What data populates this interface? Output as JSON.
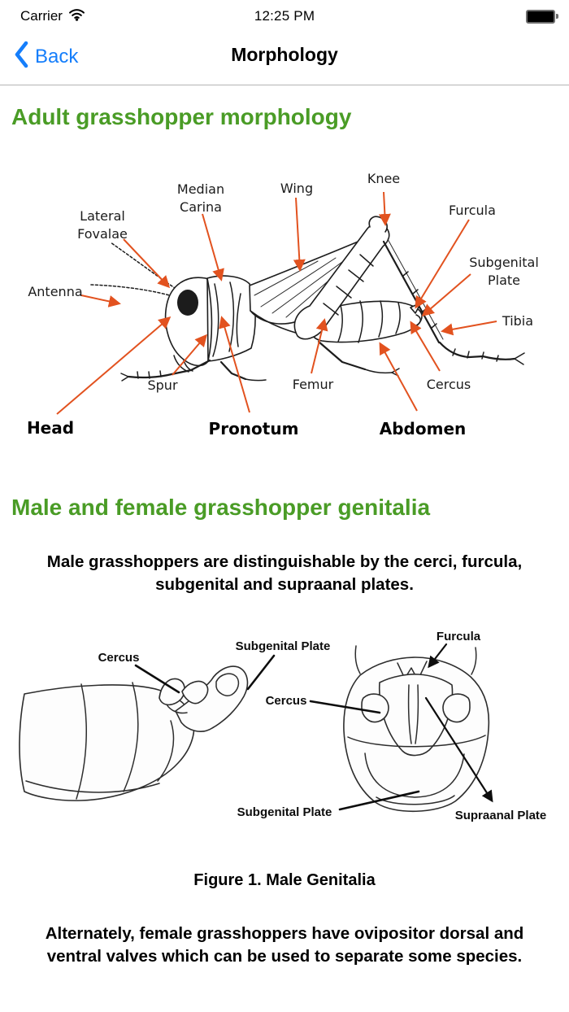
{
  "status_bar": {
    "carrier": "Carrier",
    "time": "12:25 PM"
  },
  "nav_bar": {
    "back": "Back",
    "title": "Morphology"
  },
  "content": {
    "heading1": "Adult grasshopper morphology",
    "heading2": "Male and female grasshopper genitalia",
    "paragraph_male": [
      "Male grasshoppers are distinguishable by the cerci, furcula,",
      "subgenital and supraanal plates."
    ],
    "figure_caption": "Figure 1. Male Genitalia",
    "paragraph_female": [
      "Alternately, female grasshoppers have ovipositor dorsal and",
      "ventral valves which can be used to separate some species."
    ]
  },
  "figure1": {
    "labels": {
      "antenna": "Antenna",
      "lateral_fovalae": [
        "Lateral",
        "Fovalae"
      ],
      "median_carina": [
        "Median",
        "Carina"
      ],
      "wing": "Wing",
      "knee": "Knee",
      "furcula": "Furcula",
      "subgenital_plate": [
        "Subgenital",
        "Plate"
      ],
      "tibia": "Tibia",
      "spur": "Spur",
      "femur": "Femur",
      "cercus": "Cercus",
      "head": "Head",
      "pronotum": "Pronotum",
      "abdomen": "Abdomen"
    }
  },
  "figure2": {
    "labels": {
      "cercus_side": "Cercus",
      "subgenital_plate_side": "Subgenital Plate",
      "furcula": "Furcula",
      "cercus_rear": "Cercus",
      "subgenital_plate_rear": "Subgenital Plate",
      "supraanal_plate": "Supraanal Plate"
    }
  },
  "colors": {
    "heading_green": "#4a9c26",
    "arrow_red": "#e2521f",
    "link_blue": "#157efb",
    "nav_border": "#b4b4b4"
  },
  "icons": {
    "wifi": "wifi-icon",
    "battery": "battery-icon",
    "back_chevron": "chevron-left-icon"
  }
}
